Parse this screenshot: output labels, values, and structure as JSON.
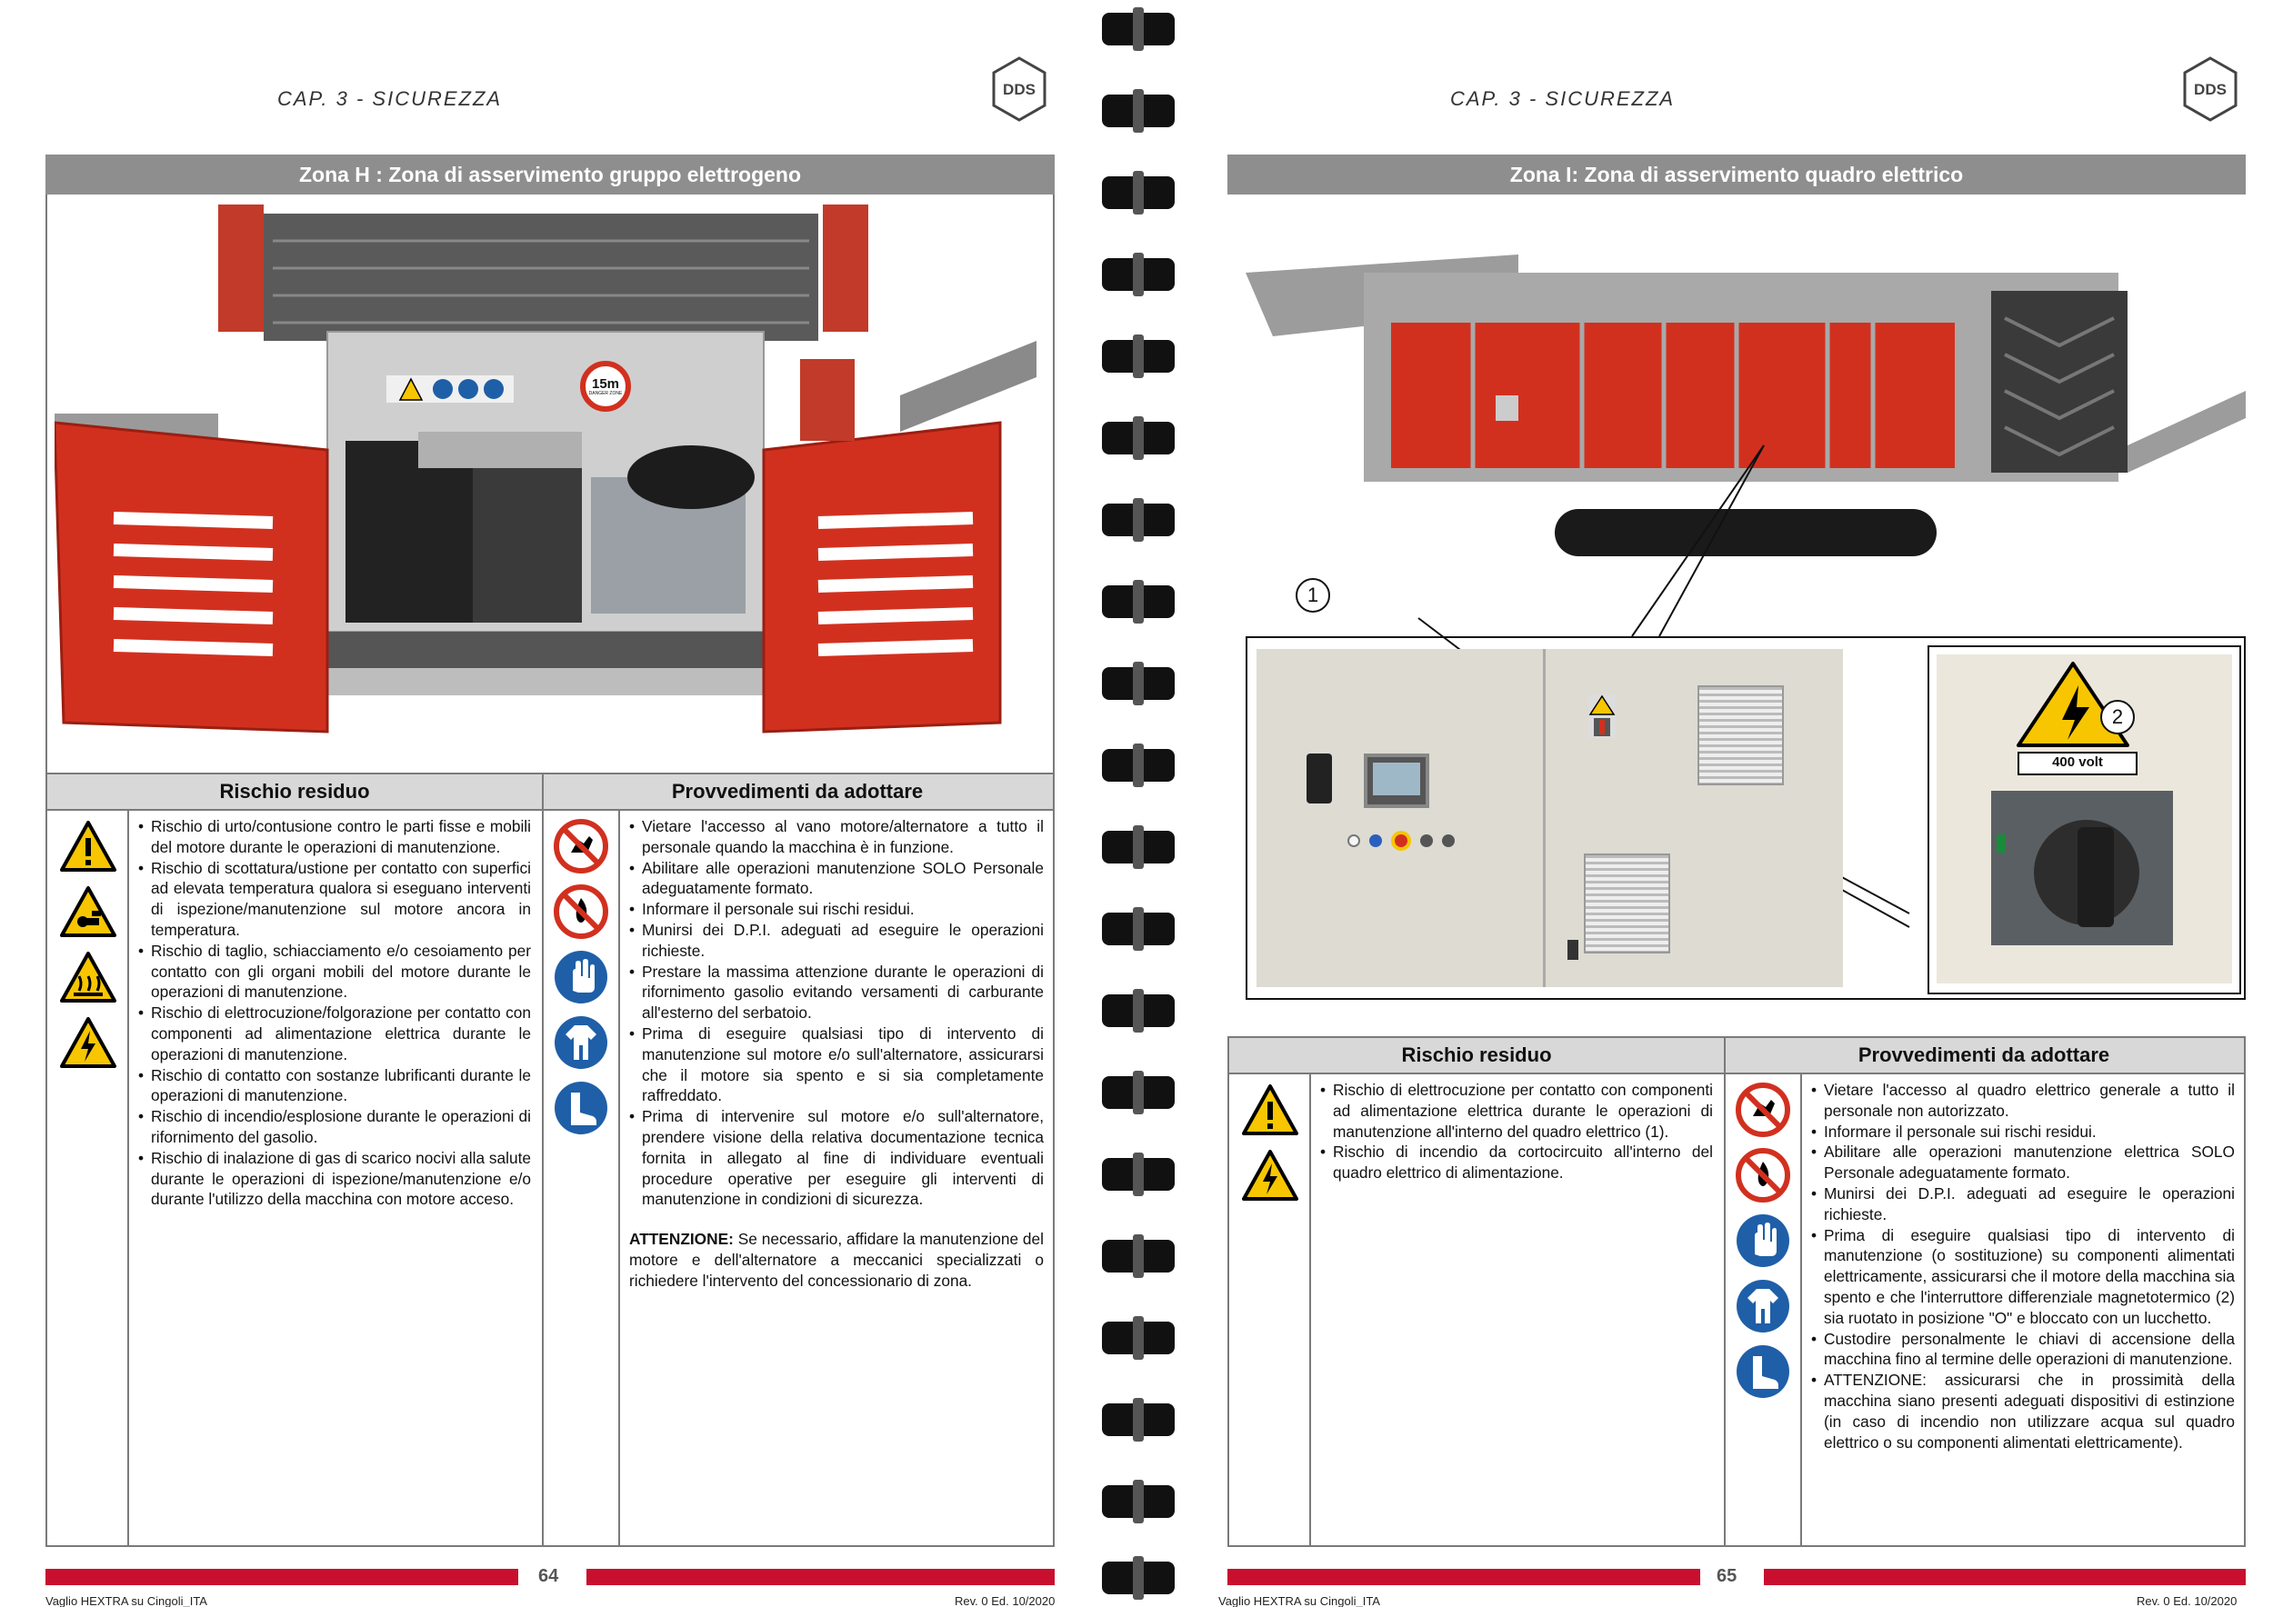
{
  "left_page": {
    "chapter": "CAP. 3 - SICUREZZA",
    "logo_text": "DDS",
    "zone_title": "Zona H : Zona di asservimento gruppo elettrogeno",
    "sign_15m": "15m",
    "sign_danger": "DANGER ZONE",
    "col_risk": "Rischio residuo",
    "col_actions": "Provvedimenti da adottare",
    "risks": [
      "Rischio di urto/contusione contro le parti fisse e mobili del motore durante le operazioni di manutenzione.",
      "Rischio di scottatura/ustione per contatto con superfici ad elevata temperatura qualora si eseguano interventi di ispezione/manutenzione sul motore ancora in temperatura.",
      "Rischio di taglio, schiacciamento e/o cesoiamento per contatto con gli organi mobili del motore durante le operazioni di manutenzione.",
      "Rischio di elettrocuzione/folgorazione per contatto con componenti ad alimentazione elettrica durante le operazioni di manutenzione.",
      "Rischio di contatto con sostanze lubrificanti durante le operazioni di manutenzione.",
      "Rischio di incendio/esplosione durante le operazioni di rifornimento del gasolio.",
      "Rischio di inalazione di gas di scarico nocivi alla salute durante le operazioni di ispezione/manutenzione e/o durante l'utilizzo della macchina con motore acceso."
    ],
    "actions": [
      "Vietare l'accesso al vano motore/alternatore a tutto il personale quando la macchina è in funzione.",
      "Abilitare alle operazioni manutenzione SOLO Personale adeguatamente formato.",
      "Informare il personale sui rischi residui.",
      "Munirsi dei D.P.I. adeguati ad eseguire le operazioni richieste.",
      "Prestare la massima attenzione durante le operazioni di rifornimento gasolio evitando versamenti di carburante all'esterno del serbatoio.",
      "Prima di eseguire qualsiasi tipo di intervento di manutenzione sul motore e/o sull'alternatore, assicurarsi che il motore sia spento e si sia completamente raffreddato.",
      "Prima di intervenire sul motore e/o sull'alternatore, prendere visione della relativa documentazione tecnica fornita in allegato al fine di individuare eventuali procedure operative per eseguire gli interventi di manutenzione in condizioni di sicurezza."
    ],
    "attention_label": "ATTENZIONE:",
    "attention_text": " Se necessario, affidare la manutenzione del motore e dell'alternatore a meccanici specializzati o richiedere l'intervento del concessionario di zona.",
    "page_number": "64",
    "footer_left": "Vaglio HEXTRA su Cingoli_ITA",
    "footer_right": "Rev. 0 Ed. 10/2020"
  },
  "right_page": {
    "chapter": "CAP. 3 - SICUREZZA",
    "logo_text": "DDS",
    "zone_title": "Zona I: Zona di asservimento quadro elettrico",
    "callout_1": "1",
    "callout_2": "2",
    "label_400": "400 volt",
    "col_risk": "Rischio residuo",
    "col_actions": "Provvedimenti da adottare",
    "risks": [
      "Rischio di elettrocuzione per contatto con componenti ad alimentazione elettrica durante le operazioni di manutenzione all'interno del quadro elettrico (1).",
      "Rischio di incendio da cortocircuito all'interno del quadro elettrico di alimentazione."
    ],
    "actions": [
      "Vietare l'accesso al quadro elettrico generale a tutto il personale non autorizzato.",
      "Informare il personale sui rischi residui.",
      "Abilitare alle operazioni manutenzione elettrica SOLO Personale adeguatamente formato.",
      "Munirsi dei D.P.I. adeguati ad eseguire le operazioni richieste.",
      "Prima di eseguire qualsiasi tipo di intervento di manutenzione (o sostituzione) su componenti alimentati elettricamente, assicurarsi che il motore della macchina sia spento e che l'interruttore differenziale magnetotermico (2) sia ruotato in posizione \"O\" e bloccato con un lucchetto.",
      "Custodire personalmente le chiavi di accensione della macchina fino al termine delle operazioni di manutenzione.",
      "ATTENZIONE: assicurarsi che in prossimità della macchina siano presenti adeguati dispositivi di estinzione (in caso di incendio non utilizzare acqua sul quadro elettrico o su componenti alimentati elettricamente)."
    ],
    "page_number": "65",
    "footer_left": "Vaglio HEXTRA su Cingoli_ITA",
    "footer_right": "Rev. 0 Ed. 10/2020"
  },
  "icons": {
    "warning": [
      "warning-general-icon",
      "crush-hand-icon",
      "hot-surface-icon",
      "electric-shock-icon"
    ],
    "prohibition": [
      "no-access-hand-icon",
      "no-open-flame-icon"
    ],
    "ppe": [
      "gloves-icon",
      "overalls-icon",
      "safety-boots-icon"
    ]
  },
  "colors": {
    "header_gray": "#8e8e8e",
    "col_head_gray": "#d8d8d8",
    "machine_red": "#d2301f",
    "footer_red": "#c8102e",
    "warning_yellow": "#f7c600",
    "mandatory_blue": "#1f5fa8"
  }
}
